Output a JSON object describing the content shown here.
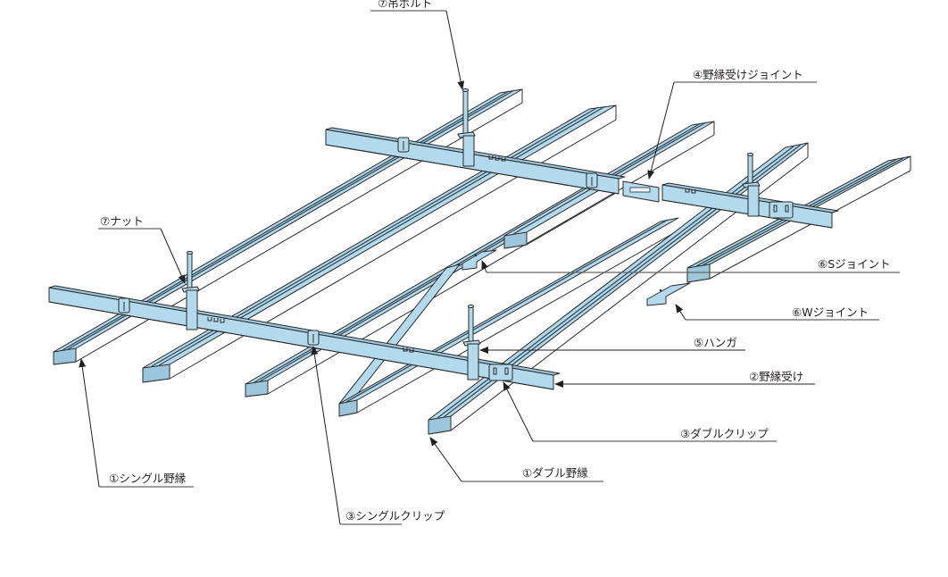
{
  "diagram": {
    "title": "天井下地 構成図",
    "colors": {
      "steel": "#b3d9ec",
      "steel_shade": "#9cc6dc",
      "outline": "#2b2b2b",
      "label_text": "#231f20",
      "leader_line": "#666666"
    },
    "labels": {
      "hanging_bolt": "⑦吊ボルト",
      "runner_joint": "④野縁受けジョイント",
      "nut": "⑦ナット",
      "s_joint": "⑥Sジョイント",
      "w_joint": "⑥Wジョイント",
      "hanger": "⑤ハンガ",
      "runner": "②野縁受け",
      "double_clip": "③ダブルクリップ",
      "double_furring": "①ダブル野縁",
      "single_furring": "①シングル野縁",
      "single_clip": "③シングルクリップ"
    }
  }
}
